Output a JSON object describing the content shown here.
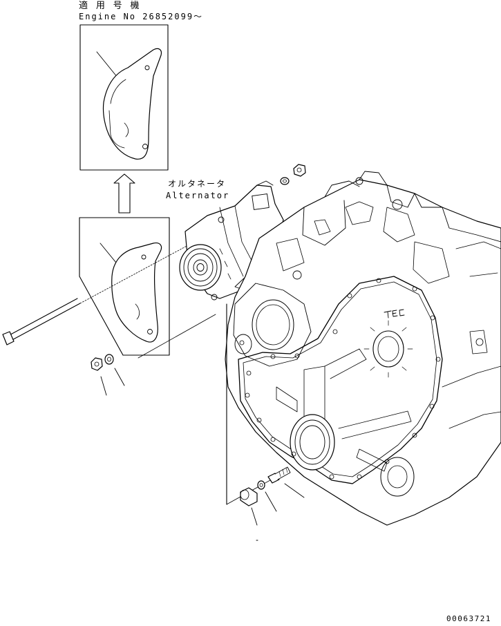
{
  "applicability": {
    "title_jp": "適 用 号 機",
    "engine_no": "Engine No 26852099～"
  },
  "alternator": {
    "label_jp": "オルタネータ",
    "label_en": "Alternator"
  },
  "figure_id": "00063721",
  "colors": {
    "line": "#000000",
    "background": "#ffffff"
  },
  "icons": [
    "up-arrow-icon"
  ]
}
